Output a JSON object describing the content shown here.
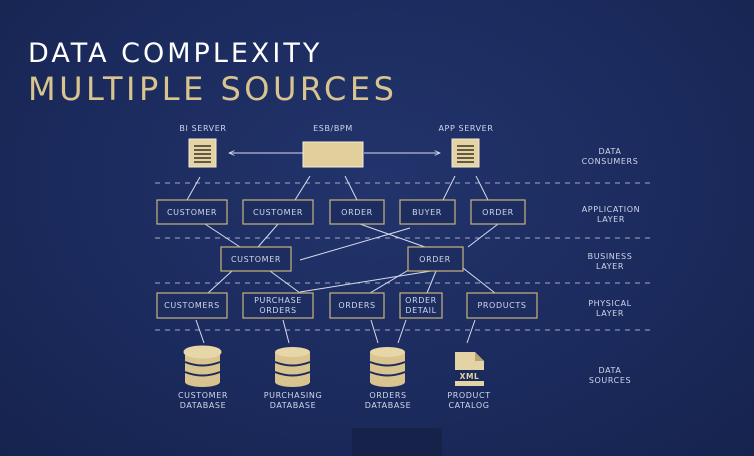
{
  "title": {
    "line1": "DATA COMPLEXITY",
    "line2": "MULTIPLE SOURCES"
  },
  "top_labels": {
    "bi_server": "BI SERVER",
    "esb": "ESB/BPM",
    "app_server": "APP SERVER"
  },
  "layers": {
    "consumers": [
      "DATA",
      "CONSUMERS"
    ],
    "application": [
      "APPLICATION",
      "LAYER"
    ],
    "business": [
      "BUSINESS",
      "LAYER"
    ],
    "physical": [
      "PHYSICAL",
      "LAYER"
    ],
    "sources": [
      "DATA",
      "SOURCES"
    ]
  },
  "application_boxes": [
    "CUSTOMER",
    "CUSTOMER",
    "ORDER",
    "BUYER",
    "ORDER"
  ],
  "business_boxes": [
    "CUSTOMER",
    "ORDER"
  ],
  "physical_boxes": [
    [
      "CUSTOMERS"
    ],
    [
      "PURCHASE",
      "ORDERS"
    ],
    [
      "ORDERS"
    ],
    [
      "ORDER",
      "DETAIL"
    ],
    [
      "PRODUCTS"
    ]
  ],
  "sources": [
    {
      "line1": "CUSTOMER",
      "line2": "DATABASE"
    },
    {
      "line1": "PURCHASING",
      "line2": "DATABASE"
    },
    {
      "line1": "ORDERS",
      "line2": "DATABASE"
    },
    {
      "line1": "PRODUCT",
      "line2": "CATALOG",
      "icon_text": "XML"
    }
  ],
  "colors": {
    "background": "#1b2a5c",
    "gold": "#d9c48f",
    "line": "#d8dced"
  }
}
